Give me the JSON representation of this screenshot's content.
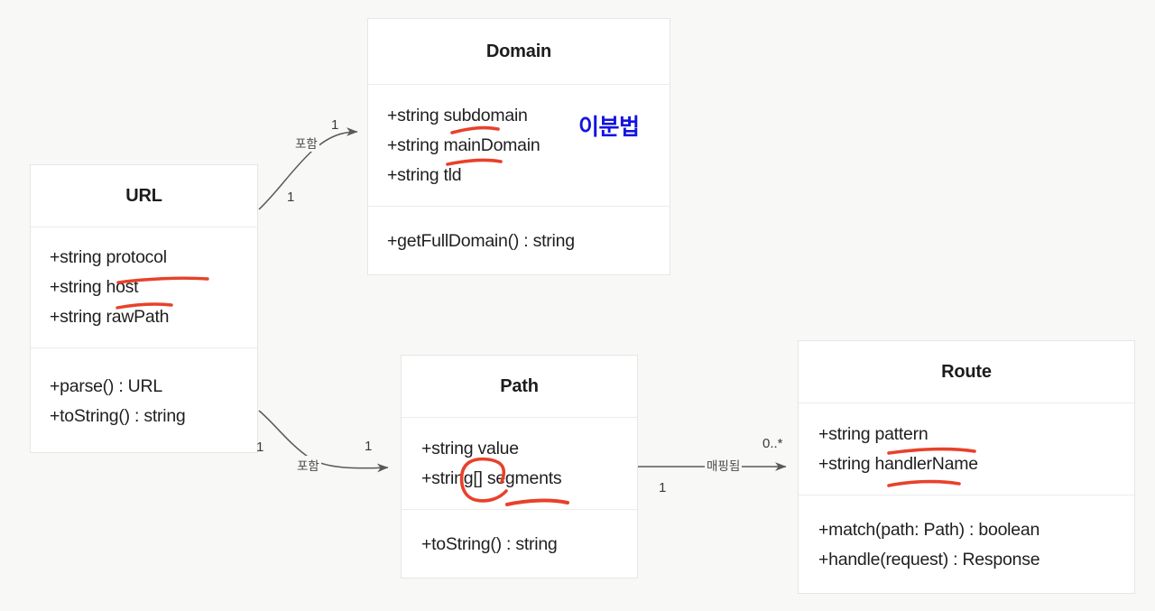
{
  "diagram": {
    "type": "uml-class-diagram",
    "background_color": "#f8f8f6",
    "box_fill": "#ffffff",
    "box_border": "#e6e6e4",
    "edge_color": "#595959",
    "annotation_red": "#e8412a",
    "annotation_blue": "#1414e0"
  },
  "classes": {
    "url": {
      "name": "URL",
      "attributes": [
        "+string protocol",
        "+string host",
        "+string rawPath"
      ],
      "methods": [
        "+parse() : URL",
        "+toString() : string"
      ]
    },
    "domain": {
      "name": "Domain",
      "attributes": [
        "+string subdomain",
        "+string mainDomain",
        "+string tld"
      ],
      "methods": [
        "+getFullDomain() : string"
      ]
    },
    "path": {
      "name": "Path",
      "attributes": [
        "+string value",
        "+string[] segments"
      ],
      "methods": [
        "+toString() : string"
      ]
    },
    "route": {
      "name": "Route",
      "attributes": [
        "+string pattern",
        "+string handlerName"
      ],
      "methods": [
        "+match(path: Path) : boolean",
        "+handle(request) : Response"
      ]
    }
  },
  "relations": [
    {
      "id": "url-domain",
      "from": "URL",
      "to": "Domain",
      "label": "포함",
      "source_multiplicity": "1",
      "target_multiplicity": "1"
    },
    {
      "id": "url-path",
      "from": "URL",
      "to": "Path",
      "label": "포함",
      "source_multiplicity": "1",
      "target_multiplicity": "1"
    },
    {
      "id": "path-route",
      "from": "Path",
      "to": "Route",
      "label": "매핑됨",
      "source_multiplicity": "1",
      "target_multiplicity": "0..*"
    }
  ],
  "annotations": {
    "blue_note": "이분법",
    "red_marks": [
      {
        "id": "underline-protocol",
        "target": "protocol",
        "kind": "underline"
      },
      {
        "id": "underline-host",
        "target": "host",
        "kind": "underline"
      },
      {
        "id": "underline-subdomain",
        "target": "subdomain",
        "kind": "underline"
      },
      {
        "id": "underline-maindomain",
        "target": "mainDomain",
        "kind": "underline"
      },
      {
        "id": "circle-string-array",
        "target": "string[]",
        "kind": "circle"
      },
      {
        "id": "underline-segments",
        "target": "segments",
        "kind": "underline"
      },
      {
        "id": "underline-pattern",
        "target": "pattern",
        "kind": "underline"
      },
      {
        "id": "underline-handlername",
        "target": "handlerName",
        "kind": "underline"
      }
    ]
  }
}
